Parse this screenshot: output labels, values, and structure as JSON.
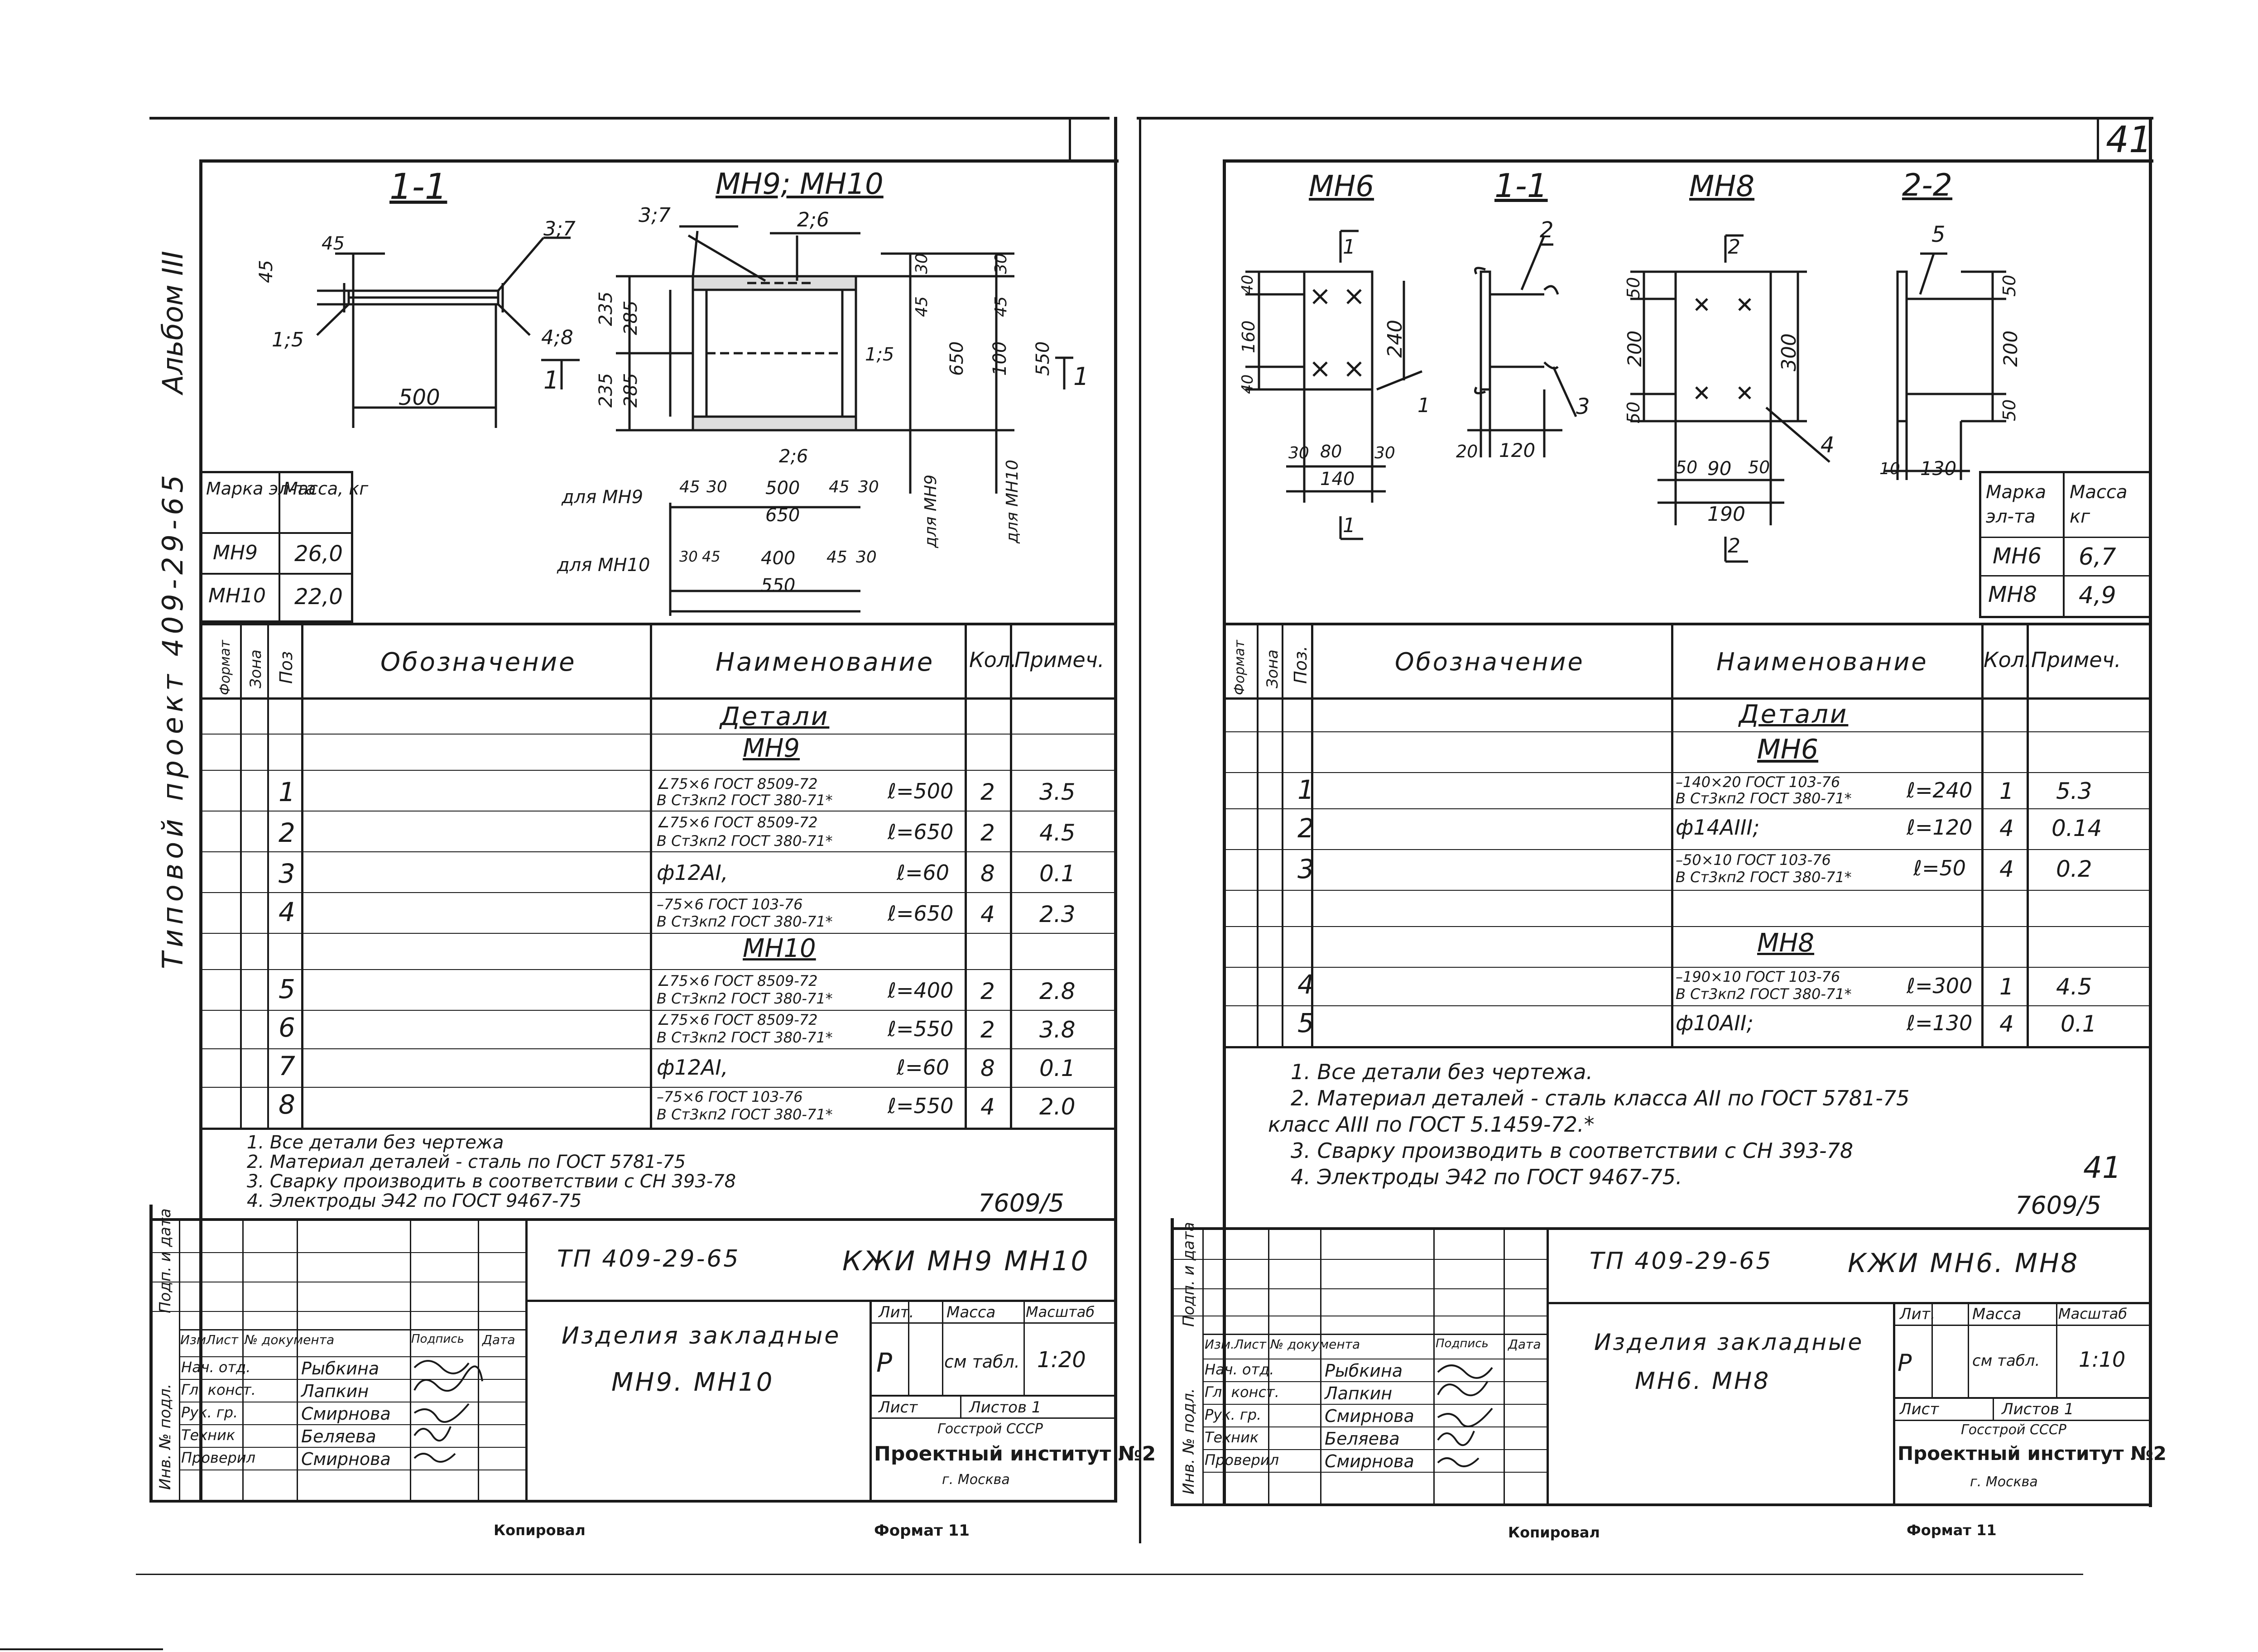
{
  "page_number": "41",
  "left_sheet": {
    "side_note": {
      "album": "Альбом III",
      "project": "Типовой проект 409-29-65"
    },
    "drawing": {
      "section_1_1": "1-1",
      "title": "МН9; МН10",
      "callouts": [
        "3;7",
        "3;7",
        "2;6",
        "1;5",
        "4;8",
        "2;6",
        "1;5"
      ],
      "dims": [
        "45",
        "45",
        "500",
        "235",
        "285",
        "235",
        "285",
        "30",
        "45",
        "100",
        "550",
        "30",
        "45",
        "650",
        "30",
        "45",
        "45",
        "30",
        "500",
        "650",
        "45",
        "30",
        "30",
        "45",
        "400",
        "550",
        "45",
        "30"
      ],
      "label_mn9": "для МН9",
      "label_mn10": "для МН10",
      "side_mn9": "для МН9",
      "side_mn10": "для МН10",
      "section_marker": "1"
    },
    "mass_table": {
      "header": [
        "Марка эл-та",
        "Масса, кг"
      ],
      "rows": [
        [
          "МН9",
          "26,0"
        ],
        [
          "МН10",
          "22,0"
        ]
      ]
    },
    "spec": {
      "headers": {
        "format": "Формат",
        "zone": "Зона",
        "pos": "Поз",
        "designation": "Обозначение",
        "name": "Наименование",
        "qty": "Кол.",
        "note": "Примеч."
      },
      "group_title": "Детали",
      "sub1": "МН9",
      "sub2": "МН10",
      "rows": [
        {
          "pos": "1",
          "name1": "∠75×6 ГОСТ 8509-72",
          "name2": "В Ст3кп2 ГОСТ 380-71*",
          "len": "ℓ=500",
          "qty": "2",
          "note": "3.5"
        },
        {
          "pos": "2",
          "name1": "∠75×6 ГОСТ 8509-72",
          "name2": "В Ст3кп2 ГОСТ 380-71*",
          "len": "ℓ=650",
          "qty": "2",
          "note": "4.5"
        },
        {
          "pos": "3",
          "name1": "ф12АI,",
          "name2": "",
          "len": "ℓ=60",
          "qty": "8",
          "note": "0.1"
        },
        {
          "pos": "4",
          "name1": "–75×6 ГОСТ 103-76",
          "name2": "В Ст3кп2 ГОСТ 380-71*",
          "len": "ℓ=650",
          "qty": "4",
          "note": "2.3"
        },
        {
          "pos": "5",
          "name1": "∠75×6 ГОСТ 8509-72",
          "name2": "В Ст3кп2 ГОСТ 380-71*",
          "len": "ℓ=400",
          "qty": "2",
          "note": "2.8"
        },
        {
          "pos": "6",
          "name1": "∠75×6 ГОСТ 8509-72",
          "name2": "В Ст3кп2 ГОСТ 380-71*",
          "len": "ℓ=550",
          "qty": "2",
          "note": "3.8"
        },
        {
          "pos": "7",
          "name1": "ф12АI,",
          "name2": "",
          "len": "ℓ=60",
          "qty": "8",
          "note": "0.1"
        },
        {
          "pos": "8",
          "name1": "–75×6 ГОСТ 103-76",
          "name2": "В Ст3кп2 ГОСТ 380-71*",
          "len": "ℓ=550",
          "qty": "4",
          "note": "2.0"
        }
      ]
    },
    "notes": [
      "1. Все детали без чертежа",
      "2. Материал деталей - сталь по ГОСТ 5781-75",
      "3. Сварку производить в соответствии с СН 393-78",
      "4. Электроды Э42 по ГОСТ 9467-75"
    ],
    "sheet_code": "7609/5",
    "title_block": {
      "code": "ТП 409-29-65",
      "mark": "КЖИ МН9 МН10",
      "product": "Изделия закладные",
      "product2": "МН9. МН10",
      "headers": [
        "Изм",
        "Лист",
        "№ документа",
        "Подпись",
        "Дата"
      ],
      "roles": [
        [
          "Нач. отд.",
          "Рыбкина"
        ],
        [
          "Гл. конст.",
          "Лапкин"
        ],
        [
          "Рук. гр.",
          "Смирнова"
        ],
        [
          "Техник",
          "Беляева"
        ],
        [
          "Проверил",
          "Смирнова"
        ]
      ],
      "lit": "Лит.",
      "mass": "Масса",
      "scale": "Масштаб",
      "lit_val": "Р",
      "mass_val": "см табл.",
      "scale_val": "1:20",
      "sheet": "Лист",
      "sheets": "Листов 1",
      "org1": "Госстрой СССР",
      "org2": "Проектный институт №2",
      "org3": "г. Москва",
      "side1": "Подп. и дата",
      "side2": "Инв. № подл."
    },
    "footer": {
      "copied": "Копировал",
      "format": "Формат 11"
    }
  },
  "right_sheet": {
    "drawing": {
      "mn6": "МН6",
      "s11": "1-1",
      "mn8": "МН8",
      "s22": "2-2",
      "callouts": [
        "1",
        "2",
        "3",
        "4",
        "5"
      ],
      "dims": [
        "40",
        "160",
        "40",
        "240",
        "30",
        "80",
        "30",
        "140",
        "20",
        "120",
        "50",
        "200",
        "50",
        "300",
        "50",
        "90",
        "50",
        "190",
        "10",
        "130",
        "50",
        "200",
        "50"
      ],
      "markers": [
        "1",
        "1",
        "2",
        "2"
      ]
    },
    "mass_table": {
      "header": [
        "Марка эл-та",
        "Масса кг"
      ],
      "rows": [
        [
          "МН6",
          "6,7"
        ],
        [
          "МН8",
          "4,9"
        ]
      ]
    },
    "spec": {
      "headers": {
        "format": "Формат",
        "zone": "Зона",
        "pos": "Поз.",
        "designation": "Обозначение",
        "name": "Наименование",
        "qty": "Кол.",
        "note": "Примеч."
      },
      "group_title": "Детали",
      "sub1": "МН6",
      "sub2": "МН8",
      "rows": [
        {
          "pos": "1",
          "name1": "–140×20 ГОСТ 103-76",
          "name2": "В Ст3кп2 ГОСТ 380-71*",
          "len": "ℓ=240",
          "qty": "1",
          "note": "5.3"
        },
        {
          "pos": "2",
          "name1": "ф14АIII;",
          "name2": "",
          "len": "ℓ=120",
          "qty": "4",
          "note": "0.14"
        },
        {
          "pos": "3",
          "name1": "–50×10 ГОСТ 103-76",
          "name2": "В Ст3кп2 ГОСТ 380-71*",
          "len": "ℓ=50",
          "qty": "4",
          "note": "0.2"
        },
        {
          "pos": "4",
          "name1": "–190×10 ГОСТ 103-76",
          "name2": "В Ст3кп2 ГОСТ 380-71*",
          "len": "ℓ=300",
          "qty": "1",
          "note": "4.5"
        },
        {
          "pos": "5",
          "name1": "ф10АII;",
          "name2": "",
          "len": "ℓ=130",
          "qty": "4",
          "note": "0.1"
        }
      ]
    },
    "notes": [
      "1. Все детали без чертежа.",
      "2. Материал деталей - сталь класса АII по ГОСТ 5781-75",
      "класс АIII по ГОСТ 5.1459-72.*",
      "3. Сварку производить в соответствии с СН 393-78",
      "4. Электроды Э42 по ГОСТ 9467-75."
    ],
    "sheet_num": "41",
    "sheet_code": "7609/5",
    "title_block": {
      "code": "ТП 409-29-65",
      "mark": "КЖИ МН6. МН8",
      "product": "Изделия закладные",
      "product2": "МН6. МН8",
      "headers": [
        "Изм.",
        "Лист",
        "№ документа",
        "Подпись",
        "Дата"
      ],
      "roles": [
        [
          "Нач. отд.",
          "Рыбкина"
        ],
        [
          "Гл. конст.",
          "Лапкин"
        ],
        [
          "Рук. гр.",
          "Смирнова"
        ],
        [
          "Техник",
          "Беляева"
        ],
        [
          "Проверил",
          "Смирнова"
        ]
      ],
      "lit": "Лит.",
      "mass": "Масса",
      "scale": "Масштаб",
      "lit_val": "Р",
      "mass_val": "см табл.",
      "scale_val": "1:10",
      "sheet": "Лист",
      "sheets": "Листов 1",
      "org1": "Госстрой СССР",
      "org2": "Проектный институт №2",
      "org3": "г. Москва",
      "side1": "Подп. и дата",
      "side2": "Инв. № подл."
    },
    "footer": {
      "copied": "Копировал",
      "format": "Формат 11"
    }
  }
}
